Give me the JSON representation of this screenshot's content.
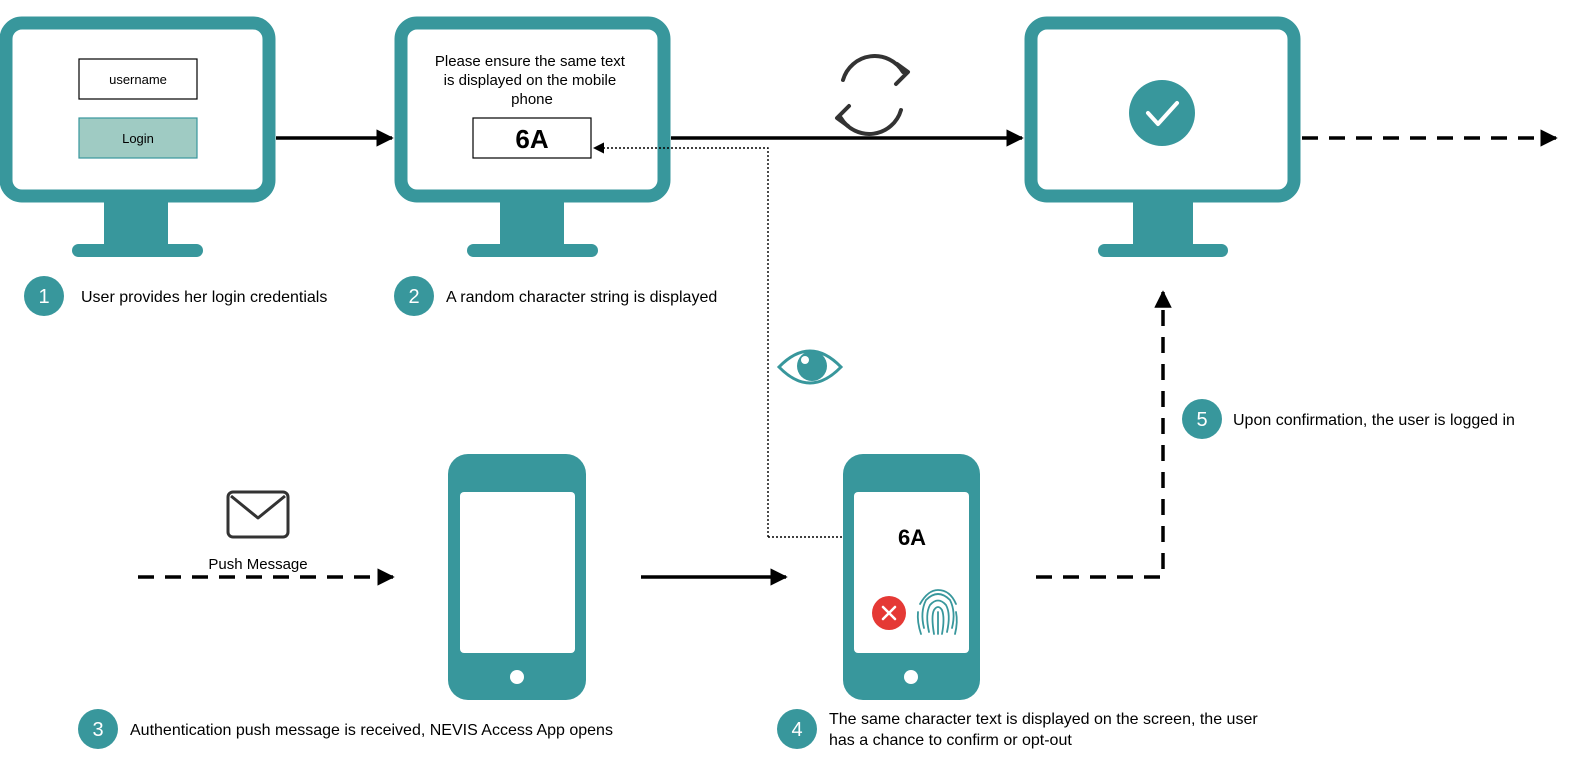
{
  "colors": {
    "teal": "#38979C",
    "teal_light": "#9FCBC3",
    "red": "#E53935",
    "ink": "#000000",
    "icon_gray": "#333333"
  },
  "step1": {
    "number": "1",
    "caption": "User provides her login credentials",
    "username_label": "username",
    "login_label": "Login"
  },
  "step2": {
    "number": "2",
    "caption": "A random character string is displayed",
    "prompt_lines": [
      "Please ensure the same text",
      "is displayed on the mobile",
      "phone"
    ],
    "code": "6A"
  },
  "step3": {
    "number": "3",
    "caption": "Authentication push message is received, NEVIS Access App opens",
    "push_label": "Push Message"
  },
  "step4": {
    "number": "4",
    "caption_lines": [
      "The same character text is displayed on the screen, the user",
      "has a chance to confirm or opt-out"
    ],
    "code": "6A"
  },
  "step5": {
    "number": "5",
    "caption": "Upon confirmation, the user is logged in"
  },
  "icons": {
    "refresh": "refresh-icon",
    "eye": "eye-icon",
    "envelope": "envelope-icon",
    "check": "check-icon",
    "cancel": "cancel-icon",
    "fingerprint": "fingerprint-icon"
  }
}
